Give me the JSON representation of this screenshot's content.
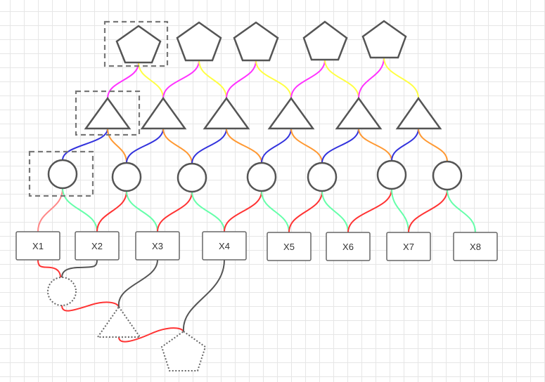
{
  "colors": {
    "magenta": "#ff33ff",
    "yellow": "#ffff44",
    "blue": "#3333dd",
    "orange": "#ff9933",
    "pink": "#ff8888",
    "mint": "#66ffaa",
    "red": "#ff3333",
    "dark": "#555555"
  },
  "leaves": [
    "X1",
    "X2",
    "X3",
    "X4",
    "X5",
    "X6",
    "X7",
    "X8"
  ]
}
